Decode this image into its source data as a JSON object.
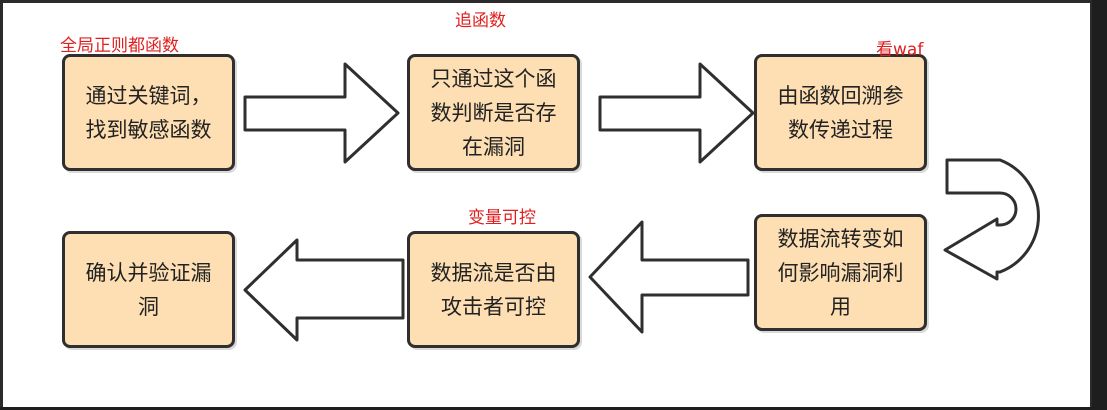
{
  "steps": [
    {
      "text": "通过关键词，\n找到敏感函数",
      "note": "全局正则都函数"
    },
    {
      "text": "只通过这个函\n数判断是否存\n在漏洞",
      "note": "追函数"
    },
    {
      "text": "由函数回溯参\n数传递过程",
      "note": "看waf"
    },
    {
      "text": "数据流转变如\n何影响漏洞利\n用",
      "note": ""
    },
    {
      "text": "数据流是否由\n攻击者可控",
      "note": "变量可控"
    },
    {
      "text": "确认并验证漏\n洞",
      "note": ""
    }
  ],
  "colors": {
    "box_fill": "#fddfb3",
    "box_border": "#2f2f2f",
    "note_text": "#e02020",
    "arrow_fill": "#ffffff"
  }
}
